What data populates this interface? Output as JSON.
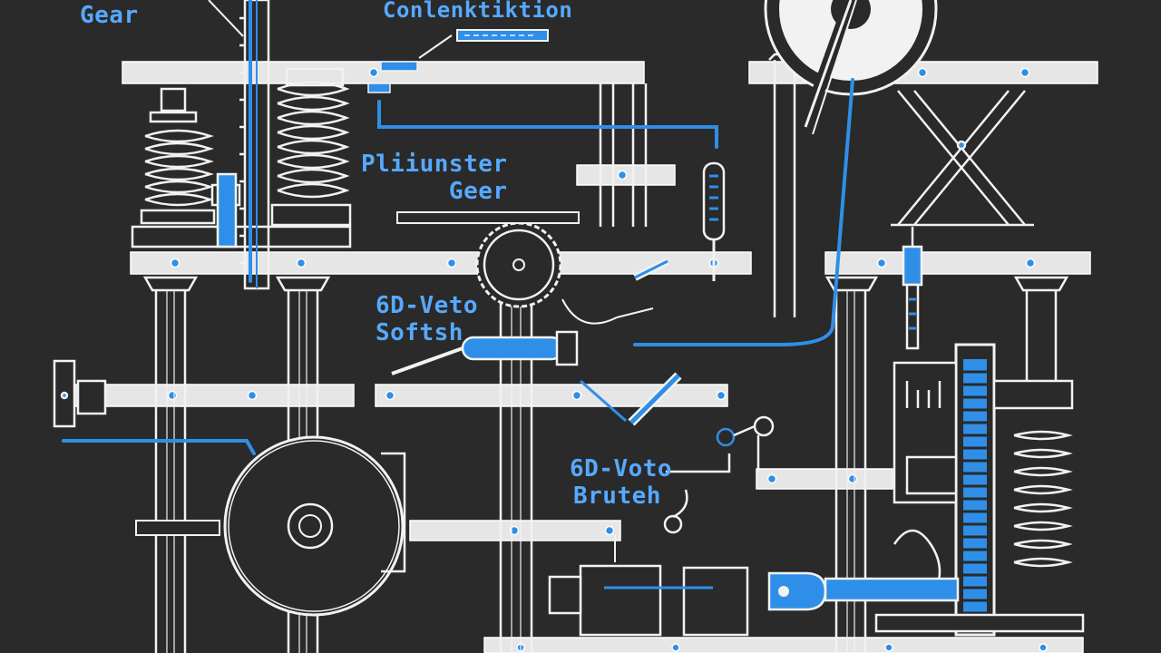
{
  "labels": {
    "gear": "Gear",
    "top": "Conlenktiktion",
    "mid_line1": "Pliiunster",
    "mid_line2": "Geer",
    "left_line1": "6D-Veto",
    "left_line2": "Softsh",
    "low_line1": "6D-Voto",
    "low_line2": "Bruteh"
  },
  "colors": {
    "background": "#2a2a2a",
    "frame": "#e6e6e6",
    "line": "#f2f2f2",
    "accent": "#2f8fe8",
    "label": "#56a9ff"
  }
}
